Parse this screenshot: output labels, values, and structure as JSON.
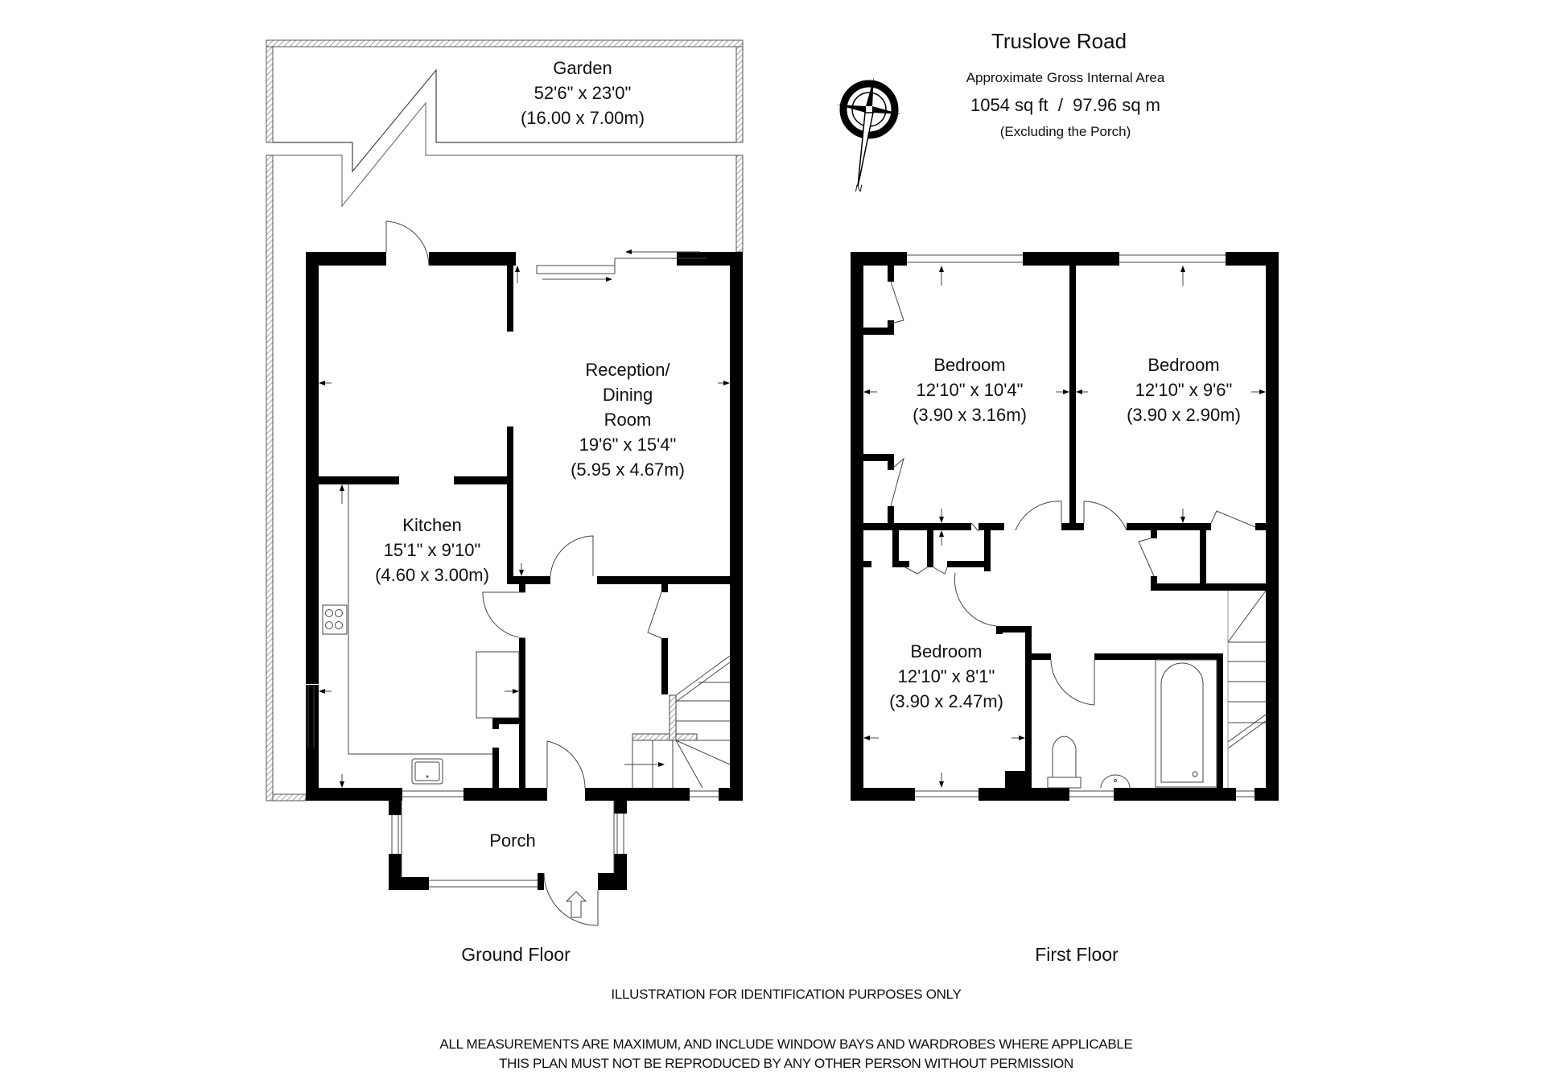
{
  "header": {
    "title": "Truslove Road",
    "area_caption": "Approximate Gross Internal Area",
    "area_value": "1054 sq ft  /  97.96 sq m",
    "area_note": "(Excluding the Porch)"
  },
  "compass": {
    "label": "N"
  },
  "ground_floor": {
    "label": "Ground Floor",
    "rooms": [
      {
        "name": "Garden",
        "imperial": "52'6\" x 23'0\"",
        "metric": "(16.00 x 7.00m)"
      },
      {
        "name_line1": "Reception/",
        "name_line2": "Dining",
        "name_line3": "Room",
        "imperial": "19'6\" x 15'4\"",
        "metric": "(5.95 x 4.67m)"
      },
      {
        "name": "Kitchen",
        "imperial": "15'1\" x 9'10\"",
        "metric": "(4.60 x 3.00m)"
      },
      {
        "name": "Porch"
      }
    ]
  },
  "first_floor": {
    "label": "First Floor",
    "rooms": [
      {
        "name": "Bedroom",
        "imperial": "12'10\" x 10'4\"",
        "metric": "(3.90 x 3.16m)"
      },
      {
        "name": "Bedroom",
        "imperial": "12'10\" x 9'6\"",
        "metric": "(3.90 x 2.90m)"
      },
      {
        "name": "Bedroom",
        "imperial": "12'10\" x 8'1\"",
        "metric": "(3.90 x 2.47m)"
      }
    ]
  },
  "footer": {
    "line1": "ILLUSTRATION FOR IDENTIFICATION PURPOSES ONLY",
    "line2": "ALL MEASUREMENTS ARE MAXIMUM, AND INCLUDE WINDOW BAYS AND WARDROBES WHERE APPLICABLE",
    "line3": "THIS PLAN MUST NOT BE REPRODUCED BY ANY OTHER PERSON WITHOUT PERMISSION"
  },
  "colors": {
    "wall": "#000000",
    "hatch": "#8a8a8a",
    "line": "#555555",
    "background": "#ffffff"
  }
}
